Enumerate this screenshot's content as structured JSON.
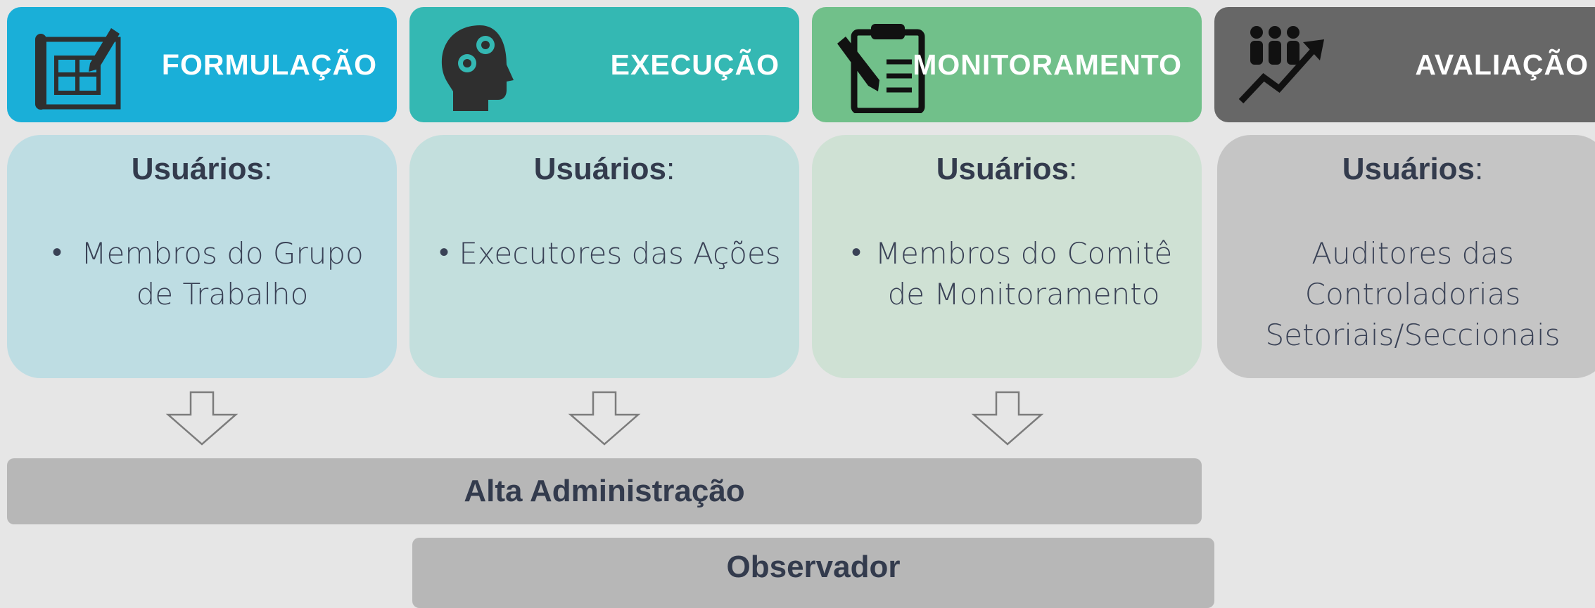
{
  "colors": {
    "formulacao": "#1aafd8",
    "execucao": "#34b8b3",
    "monitoramento": "#71c08a",
    "avaliacao": "#676767",
    "text_dark": "#333b4d",
    "bar": "#b7b7b7"
  },
  "columns": [
    {
      "title": "FORMULAÇÃO",
      "icon": "blueprint-pencil-icon",
      "users_title": "Usuários",
      "users_colon": ":",
      "users_line1": "Membros do Grupo",
      "users_line2": "de Trabalho"
    },
    {
      "title": "EXECUÇÃO",
      "icon": "head-gears-icon",
      "users_title": "Usuários",
      "users_colon": ":",
      "users_line1": "Executores das Ações"
    },
    {
      "title": "MONITORAMENTO",
      "icon": "clipboard-pencil-icon",
      "users_title": "Usuários",
      "users_colon": ":",
      "users_line1": "Membros do Comitê",
      "users_line2": "de Monitoramento"
    },
    {
      "title": "AVALIAÇÃO",
      "icon": "people-growth-chart-icon",
      "users_title": "Usuários",
      "users_colon": ":",
      "users_line1": "Auditores das",
      "users_line2": "Controladorias",
      "users_line3": "Setoriais/Seccionais"
    }
  ],
  "bars": {
    "alta": "Alta Administração",
    "observador": "Observador"
  }
}
